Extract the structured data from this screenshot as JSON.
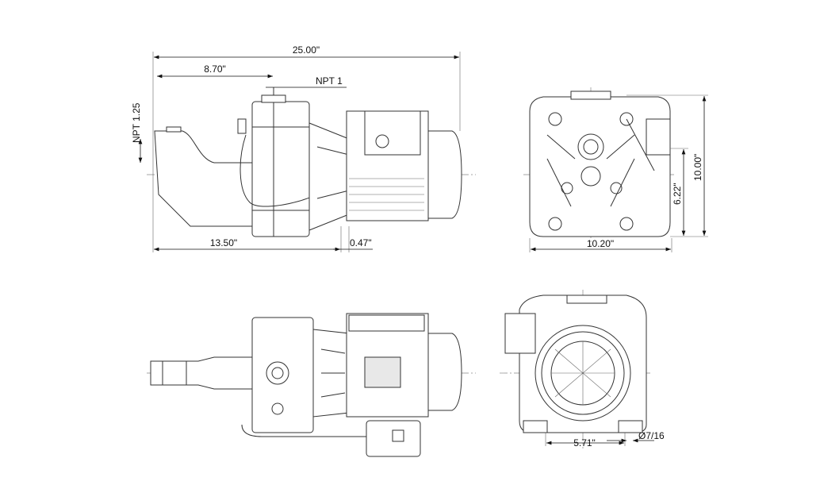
{
  "drawing": {
    "side_view": {
      "overall_length": "25.00\"",
      "suction_to_discharge": "8.70\"",
      "discharge_port": "NPT 1",
      "suction_port": "NPT 1.25",
      "base_length": "13.50\"",
      "base_offset": "0.47\""
    },
    "front_view": {
      "width": "10.20\"",
      "discharge_height": "6.22\"",
      "overall_height": "10.00\""
    },
    "rear_view": {
      "mount_spacing": "5.71\"",
      "mount_hole": "Ø7/16"
    }
  }
}
